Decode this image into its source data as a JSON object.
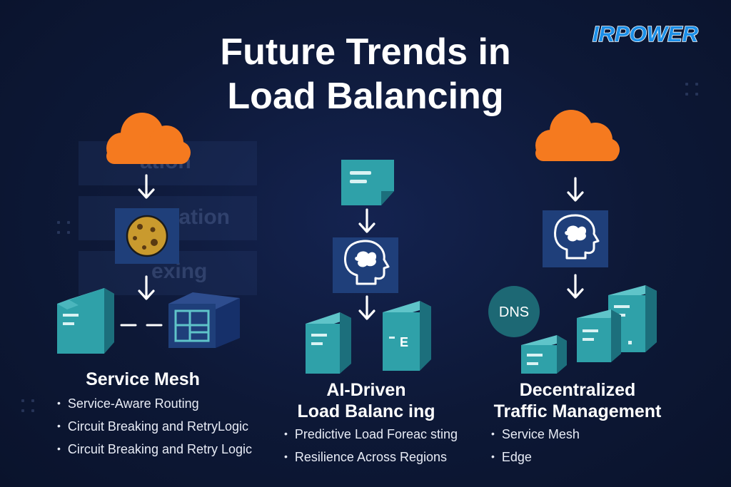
{
  "title": {
    "line1": "Future Trends in",
    "line2": "Load Balancing"
  },
  "logo": {
    "text": "IRPOWER"
  },
  "background_text": [
    "ation",
    "nation",
    "exing"
  ],
  "columns": [
    {
      "title": "Service Mesh",
      "bullets": [
        "Service-Aware Routing",
        "Circuit Breaking and RetryLogic",
        "Circuit Breaking and Retry Logic"
      ]
    },
    {
      "title_line1": "AI-Driven",
      "title_line2": "Load Balanc ing",
      "server_label": "E",
      "bullets": [
        "Predictive Load Foreac sting",
        "Resilience Across Regions"
      ]
    },
    {
      "title_line1": "Decentralized",
      "title_line2": "Traffic Management",
      "dns_label": "DNS",
      "bullets": [
        "Service Mesh",
        "Edge"
      ]
    }
  ],
  "colors": {
    "background": "#0d1836",
    "cloud": "#f57a1f",
    "server_light": "#2fa1a9",
    "server_dark": "#1c6f7c",
    "icon_box": "#1f3f7a",
    "dns_circle": "#1d6874",
    "logo_blue": "#1b8fe8"
  },
  "icons": [
    "cloud-icon",
    "cookie-icon",
    "server-icon",
    "grid-box-icon",
    "document-icon",
    "brain-head-icon",
    "arrow-down-icon"
  ]
}
